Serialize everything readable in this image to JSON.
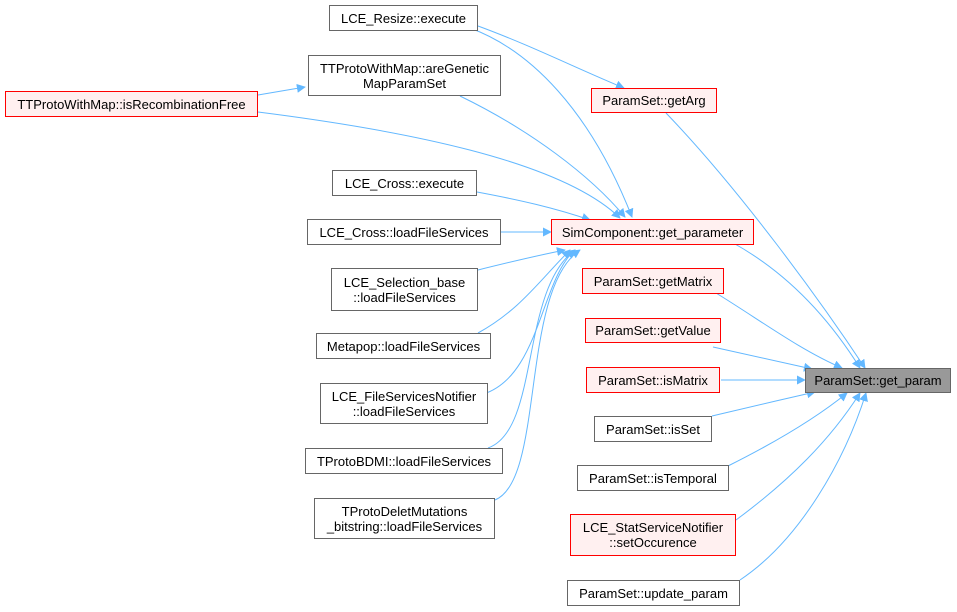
{
  "graph": {
    "colors": {
      "edge": "#63b8ff",
      "node_border": "#666666",
      "red_border": "#ff0000",
      "red_fill": "#fff0f0",
      "selected_fill": "#999999"
    },
    "nodes": {
      "lce_resize_execute": {
        "lines": [
          "LCE_Resize::execute"
        ]
      },
      "tt_are_genetic": {
        "lines": [
          "TTProtoWithMap::areGenetic",
          "MapParamSet"
        ]
      },
      "tt_is_recomb_free": {
        "lines": [
          "TTProtoWithMap::isRecombinationFree"
        ]
      },
      "lce_cross_execute": {
        "lines": [
          "LCE_Cross::execute"
        ]
      },
      "lce_cross_load": {
        "lines": [
          "LCE_Cross::loadFileServices"
        ]
      },
      "lce_selection_load": {
        "lines": [
          "LCE_Selection_base",
          "::loadFileServices"
        ]
      },
      "metapop_load": {
        "lines": [
          "Metapop::loadFileServices"
        ]
      },
      "lce_notifier_load": {
        "lines": [
          "LCE_FileServicesNotifier",
          "::loadFileServices"
        ]
      },
      "tproto_bdmi_load": {
        "lines": [
          "TProtoBDMI::loadFileServices"
        ]
      },
      "tproto_delet_load": {
        "lines": [
          "TProtoDeletMutations",
          "_bitstring::loadFileServices"
        ]
      },
      "paramset_getarg": {
        "lines": [
          "ParamSet::getArg"
        ]
      },
      "simcomp_get_parameter": {
        "lines": [
          "SimComponent::get_parameter"
        ]
      },
      "paramset_getmatrix": {
        "lines": [
          "ParamSet::getMatrix"
        ]
      },
      "paramset_getvalue": {
        "lines": [
          "ParamSet::getValue"
        ]
      },
      "paramset_ismatrix": {
        "lines": [
          "ParamSet::isMatrix"
        ]
      },
      "paramset_isset": {
        "lines": [
          "ParamSet::isSet"
        ]
      },
      "paramset_istemporal": {
        "lines": [
          "ParamSet::isTemporal"
        ]
      },
      "lce_stat_setoccurence": {
        "lines": [
          "LCE_StatServiceNotifier",
          "::setOccurence"
        ]
      },
      "paramset_update_param": {
        "lines": [
          "ParamSet::update_param"
        ]
      },
      "paramset_get_param": {
        "lines": [
          "ParamSet::get_param"
        ]
      }
    }
  }
}
